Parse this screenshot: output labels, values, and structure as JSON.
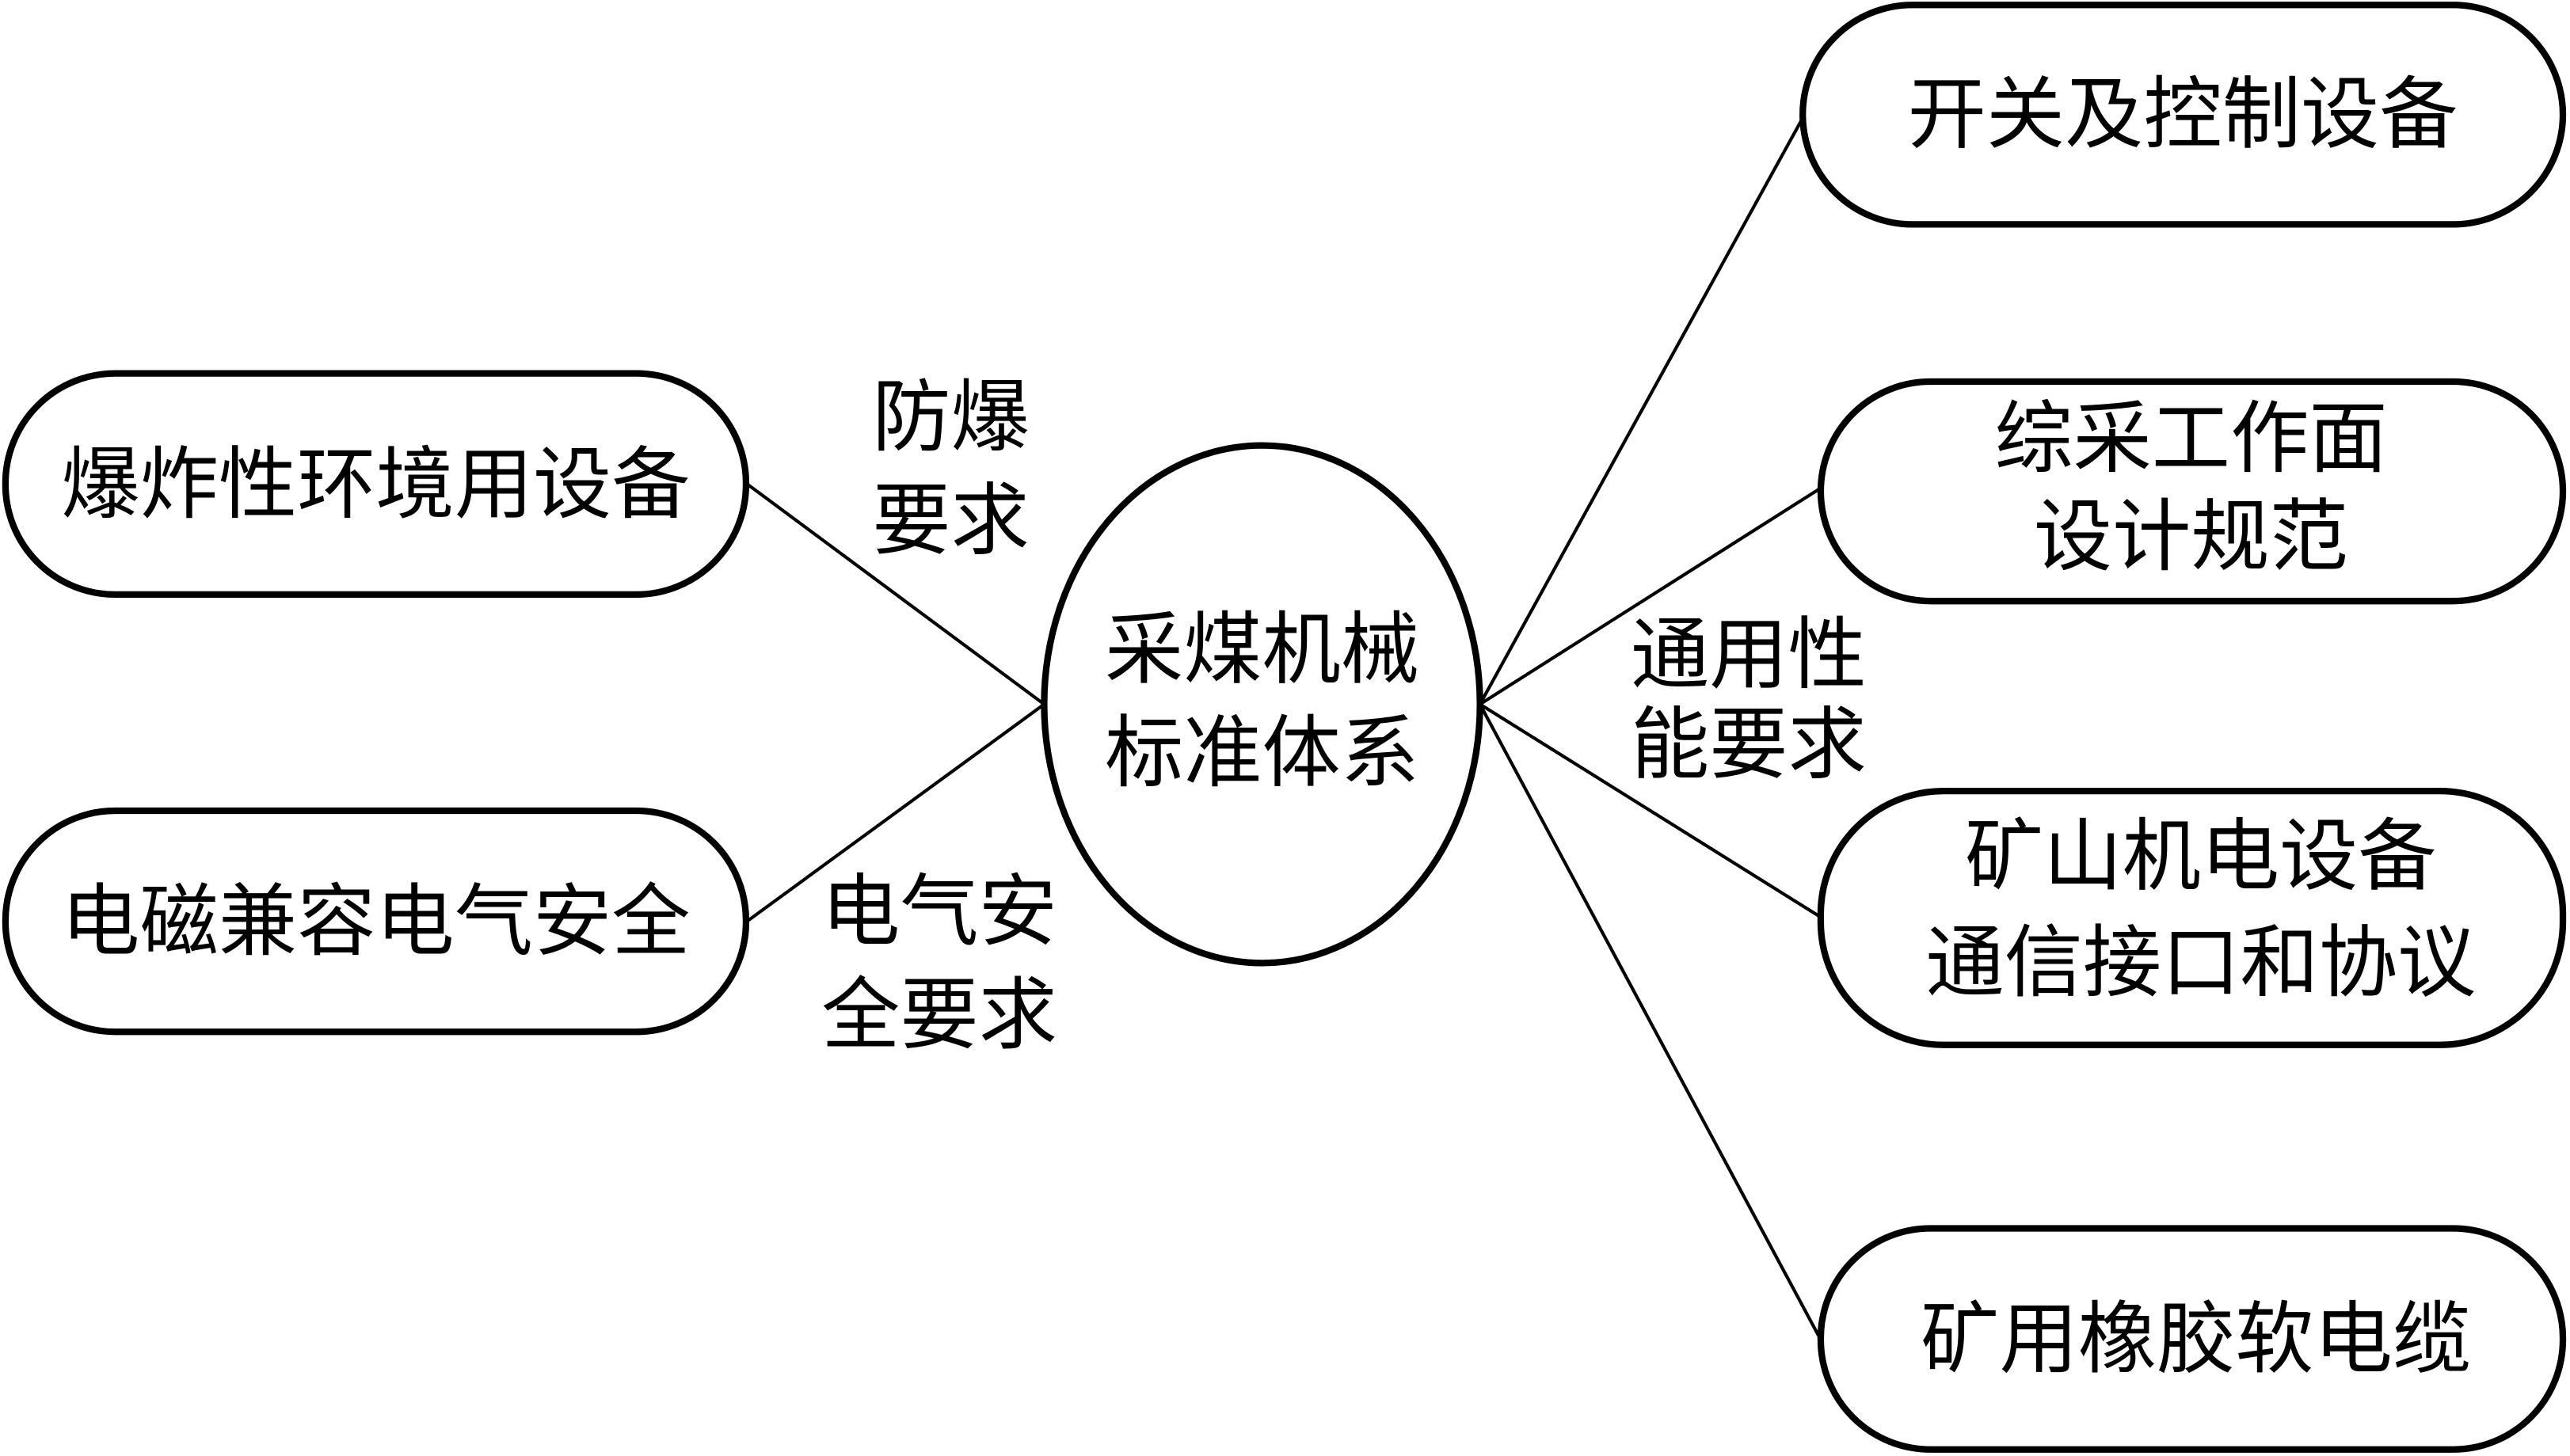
{
  "center": {
    "line1": "采煤机械",
    "line2": "标准体系"
  },
  "left_nodes": [
    {
      "label": "爆炸性环境用设备"
    },
    {
      "label": "电磁兼容电气安全"
    }
  ],
  "left_edge_labels": [
    {
      "line1": "防爆",
      "line2": "要求"
    },
    {
      "line1": "电气安",
      "line2": "全要求"
    }
  ],
  "right_edge_label": {
    "line1": "通用性",
    "line2": "能要求"
  },
  "right_nodes": [
    {
      "line1": "开关及控制设备"
    },
    {
      "line1": "综采工作面",
      "line2": "设计规范"
    },
    {
      "line1": "矿山机电设备",
      "line2": "通信接口和协议"
    },
    {
      "line1": "矿用橡胶软电缆"
    }
  ]
}
